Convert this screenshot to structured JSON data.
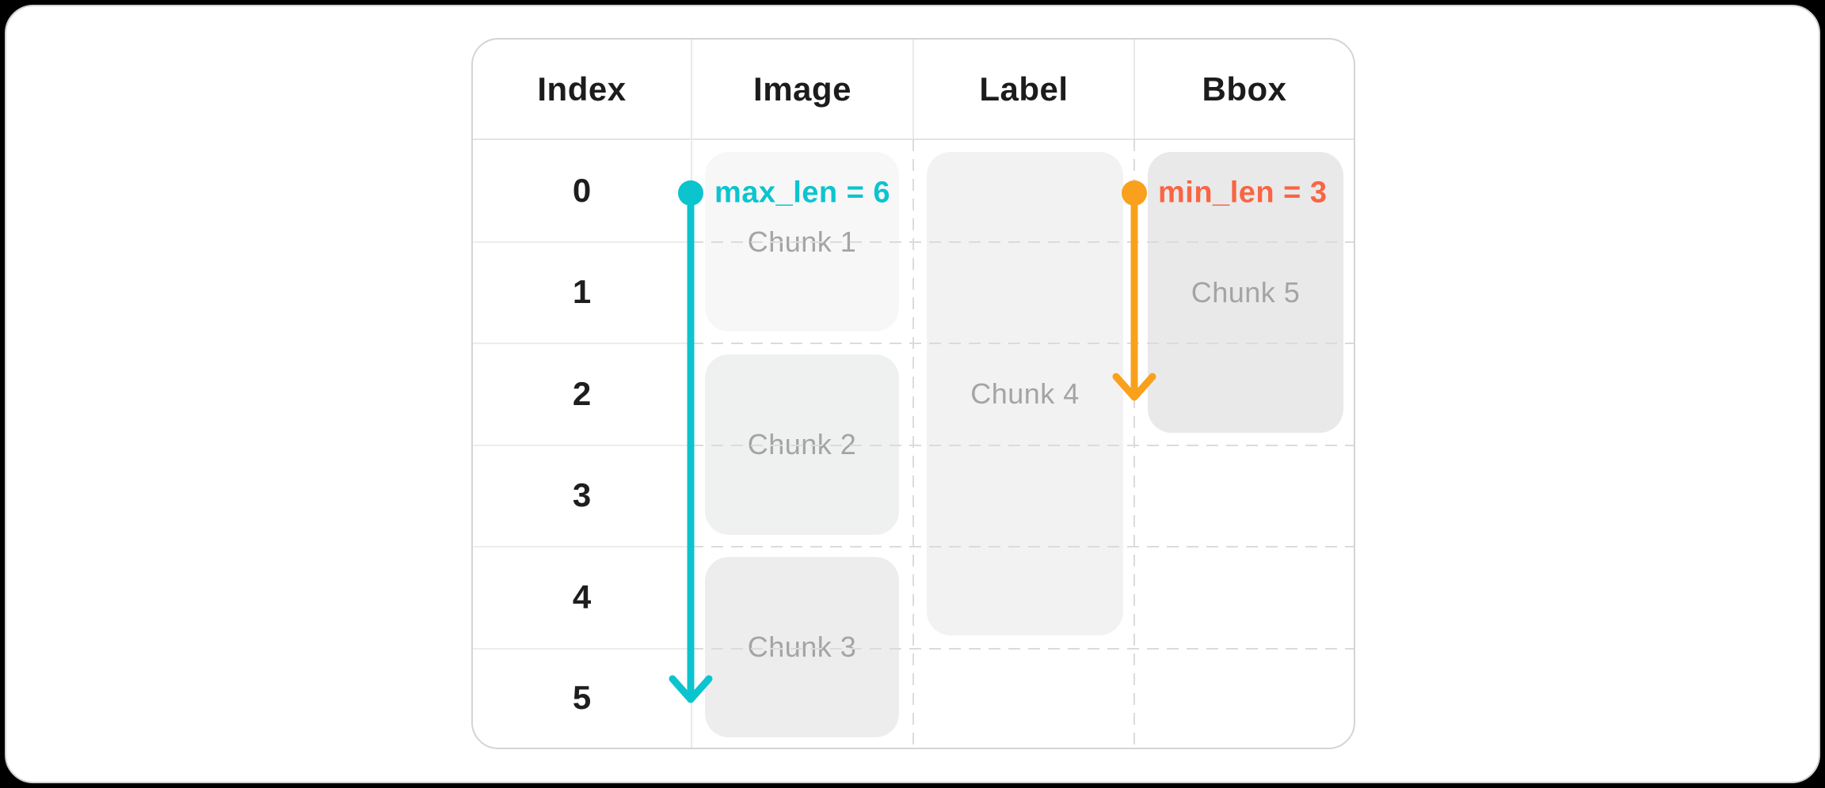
{
  "diagram": {
    "header": {
      "columns": [
        "Index",
        "Image",
        "Label",
        "Bbox"
      ]
    },
    "row_indices": [
      "0",
      "1",
      "2",
      "3",
      "4",
      "5"
    ],
    "chunks": [
      {
        "label": "Chunk 1",
        "column": "Image"
      },
      {
        "label": "Chunk 2",
        "column": "Image"
      },
      {
        "label": "Chunk 3",
        "column": "Image"
      },
      {
        "label": "Chunk 4",
        "column": "Label"
      },
      {
        "label": "Chunk 5",
        "column": "Bbox"
      }
    ],
    "annotations": {
      "max_len": {
        "text": "max_len = 6",
        "value": "6",
        "color": "#0cc4ce"
      },
      "min_len": {
        "text": "min_len = 3",
        "value": "3",
        "text_color": "#f96543",
        "arrow_color": "#f9a11c"
      }
    },
    "colors": {
      "max_len_arrow": "#0cc4ce",
      "min_len_arrow": "#f9a11c",
      "min_len_text": "#f96543",
      "chunk_fill_light": "#f7f7f8",
      "chunk_fill_dark": "#e9e9ea",
      "grid_solid": "#e9e9e9",
      "grid_dashed": "#dbdbdb",
      "header_text": "#1c1c1c",
      "chunk_text": "#a4a4a4",
      "card_bg": "#ffffff",
      "page_bg": "#000000"
    }
  }
}
